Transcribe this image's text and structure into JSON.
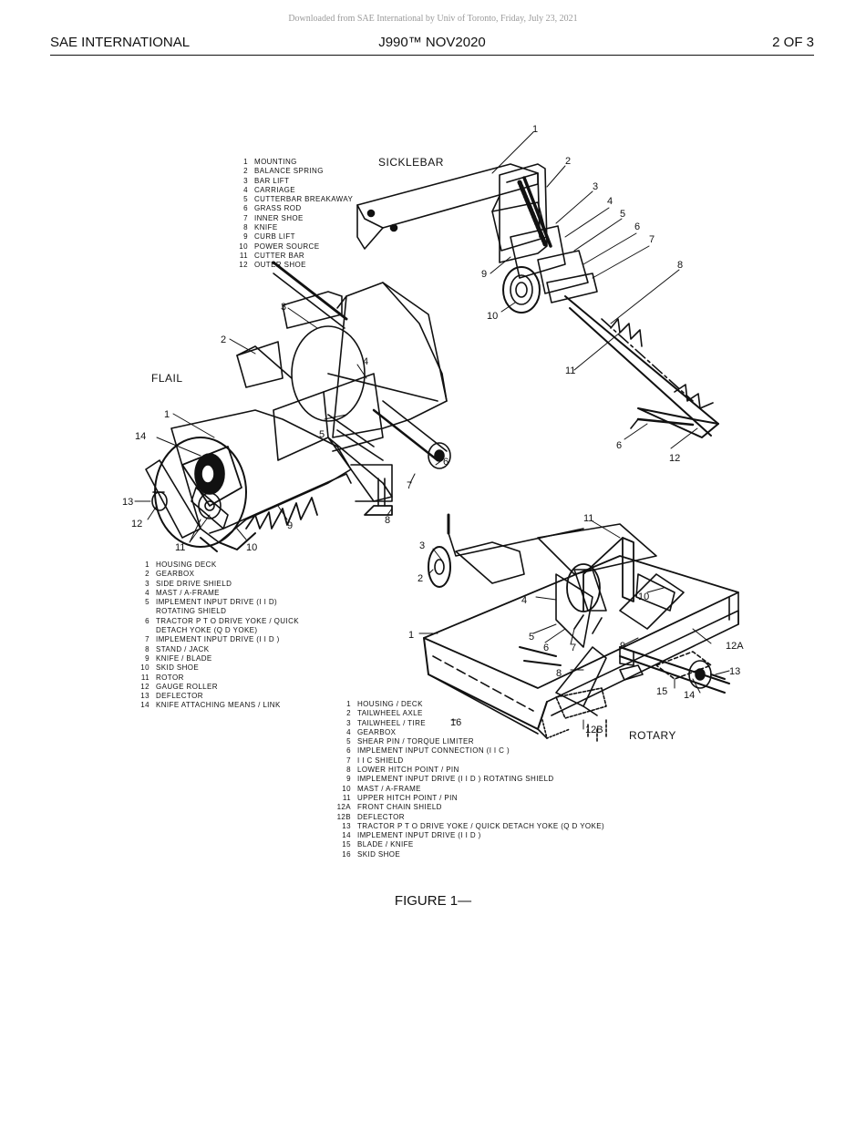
{
  "download_note": "Downloaded from SAE International by Univ of Toronto, Friday, July 23, 2021",
  "header": {
    "left": "SAE INTERNATIONAL",
    "center": "J990™ NOV2020",
    "right": "2 OF 3"
  },
  "figure": {
    "caption": "FIGURE 1—",
    "sicklebar": {
      "title": "SICKLEBAR",
      "legend": [
        {
          "num": "1",
          "label": "MOUNTING"
        },
        {
          "num": "2",
          "label": "BALANCE SPRING"
        },
        {
          "num": "3",
          "label": "BAR LIFT"
        },
        {
          "num": "4",
          "label": "CARRIAGE"
        },
        {
          "num": "5",
          "label": "CUTTERBAR BREAKAWAY"
        },
        {
          "num": "6",
          "label": "GRASS ROD"
        },
        {
          "num": "7",
          "label": "INNER SHOE"
        },
        {
          "num": "8",
          "label": "KNIFE"
        },
        {
          "num": "9",
          "label": "CURB LIFT"
        },
        {
          "num": "10",
          "label": "POWER SOURCE"
        },
        {
          "num": "11",
          "label": "CUTTER BAR"
        },
        {
          "num": "12",
          "label": "OUTER SHOE"
        }
      ]
    },
    "flail": {
      "title": "FLAIL",
      "legend": [
        {
          "num": "1",
          "label": "HOUSING   DECK"
        },
        {
          "num": "2",
          "label": "GEARBOX"
        },
        {
          "num": "3",
          "label": "SIDE DRIVE SHIELD"
        },
        {
          "num": "4",
          "label": "MAST / A-FRAME"
        },
        {
          "num": "5",
          "label": "IMPLEMENT INPUT DRIVE (I I D)"
        },
        {
          "num": "",
          "label": "ROTATING SHIELD"
        },
        {
          "num": "6",
          "label": "TRACTOR P T O  DRIVE YOKE / QUICK"
        },
        {
          "num": "",
          "label": "DETACH YOKE (Q D  YOKE)"
        },
        {
          "num": "7",
          "label": "IMPLEMENT INPUT DRIVE (I I D )"
        },
        {
          "num": "8",
          "label": "STAND / JACK"
        },
        {
          "num": "9",
          "label": "KNIFE / BLADE"
        },
        {
          "num": "10",
          "label": "SKID SHOE"
        },
        {
          "num": "11",
          "label": "ROTOR"
        },
        {
          "num": "12",
          "label": "GAUGE ROLLER"
        },
        {
          "num": "13",
          "label": "DEFLECTOR"
        },
        {
          "num": "14",
          "label": "KNIFE ATTACHING MEANS / LINK"
        }
      ]
    },
    "rotary": {
      "title": "ROTARY",
      "legend": [
        {
          "num": "1",
          "label": "HOUSING / DECK"
        },
        {
          "num": "2",
          "label": "TAILWHEEL AXLE"
        },
        {
          "num": "3",
          "label": "TAILWHEEL / TIRE"
        },
        {
          "num": "4",
          "label": "GEARBOX"
        },
        {
          "num": "5",
          "label": "SHEAR PIN / TORQUE LIMITER"
        },
        {
          "num": "6",
          "label": "IMPLEMENT INPUT CONNECTION (I I C )"
        },
        {
          "num": "7",
          "label": "I I C  SHIELD"
        },
        {
          "num": "8",
          "label": "LOWER HITCH POINT / PIN"
        },
        {
          "num": "9",
          "label": "IMPLEMENT INPUT DRIVE (I I D ) ROTATING SHIELD"
        },
        {
          "num": "10",
          "label": "MAST / A-FRAME"
        },
        {
          "num": "11",
          "label": "UPPER HITCH POINT / PIN"
        },
        {
          "num": "12A",
          "label": "FRONT CHAIN SHIELD"
        },
        {
          "num": "12B",
          "label": "DEFLECTOR"
        },
        {
          "num": "13",
          "label": "TRACTOR P T O  DRIVE YOKE / QUICK DETACH YOKE (Q D  YOKE)"
        },
        {
          "num": "14",
          "label": "IMPLEMENT INPUT DRIVE (I I D )"
        },
        {
          "num": "15",
          "label": "BLADE / KNIFE"
        },
        {
          "num": "16",
          "label": "SKID SHOE"
        }
      ]
    }
  }
}
